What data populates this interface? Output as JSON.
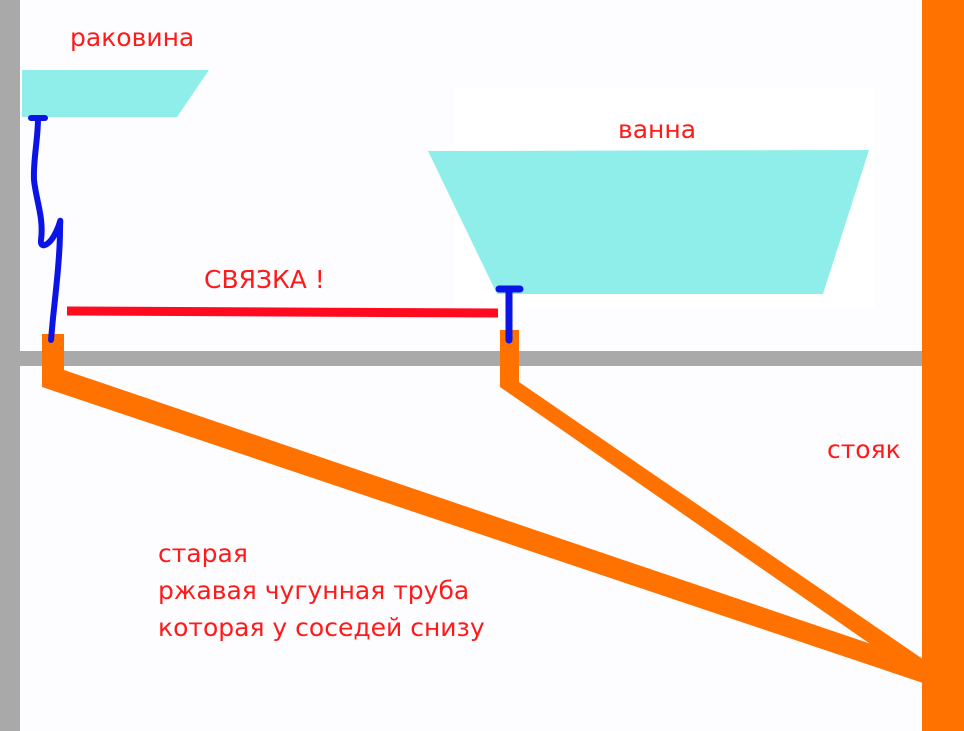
{
  "labels": {
    "sink": "раковина",
    "bath": "ванна",
    "link": "СВЯЗКА !",
    "riser": "стояк",
    "old_pipe": [
      "старая",
      "ржавая чугунная труба",
      "которая у соседей снизу"
    ]
  },
  "colors": {
    "background": "#fdfcfe",
    "wall": "#a9a9a9",
    "floor": "#a9a9a9",
    "fixture": "#90eeea",
    "drain_pipe": "#ff7200",
    "riser": "#ff7200",
    "hose": "#0b14e6",
    "link_pipe": "#ff0a1e",
    "label_text": "#ff1a1a"
  }
}
